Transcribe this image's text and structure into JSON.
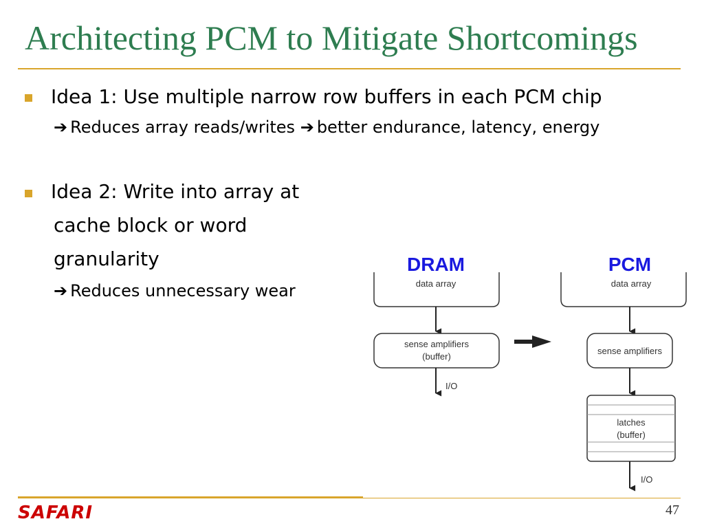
{
  "slide": {
    "title": "Architecting PCM to Mitigate Shortcomings",
    "page_number": "47",
    "logo_text": "SAFARI"
  },
  "bullets": [
    {
      "lines": [
        "Idea 1: Use multiple narrow row buffers in each PCM chip"
      ],
      "sub": "Reduces array reads/writes",
      "sub_arrow2": "better endurance, latency, energy"
    },
    {
      "lines": [
        "Idea 2: Write into array at",
        "cache block or word",
        "granularity"
      ],
      "sub": "Reduces unnecessary wear"
    }
  ],
  "diagram": {
    "dram": {
      "heading": "DRAM",
      "array": "data array",
      "amp_line1": "sense amplifiers",
      "amp_line2": "(buffer)",
      "io": "I/O"
    },
    "pcm": {
      "heading": "PCM",
      "array": "data array",
      "amp": "sense amplifiers",
      "latch_line1": "latches",
      "latch_line2": "(buffer)",
      "io": "I/O"
    },
    "colors": {
      "heading": "#1a1adf",
      "stroke": "#333333"
    }
  }
}
